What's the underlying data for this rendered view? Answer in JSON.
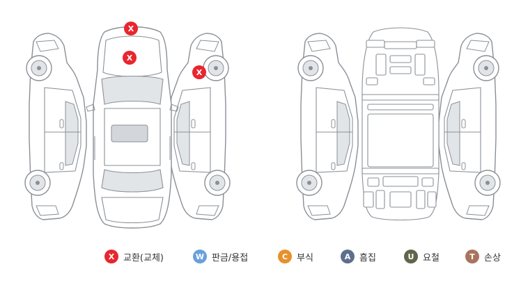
{
  "markers": [
    {
      "id": "roof-front",
      "code": "X",
      "color": "#e8262f",
      "label": "교환(교체)"
    },
    {
      "id": "roof-center",
      "code": "X",
      "color": "#e8262f",
      "label": "교환(교체)"
    },
    {
      "id": "right-front-fender",
      "code": "X",
      "color": "#e8262f",
      "label": "교환(교체)"
    }
  ],
  "legend": [
    {
      "code": "X",
      "label": "교환(교체)",
      "color": "#e8262f"
    },
    {
      "code": "W",
      "label": "판금/용접",
      "color": "#6a9fdc"
    },
    {
      "code": "C",
      "label": "부식",
      "color": "#e6912b"
    },
    {
      "code": "A",
      "label": "흠집",
      "color": "#5e6f8d"
    },
    {
      "code": "U",
      "label": "요철",
      "color": "#5f664a"
    },
    {
      "code": "T",
      "label": "손상",
      "color": "#a9745f"
    }
  ]
}
